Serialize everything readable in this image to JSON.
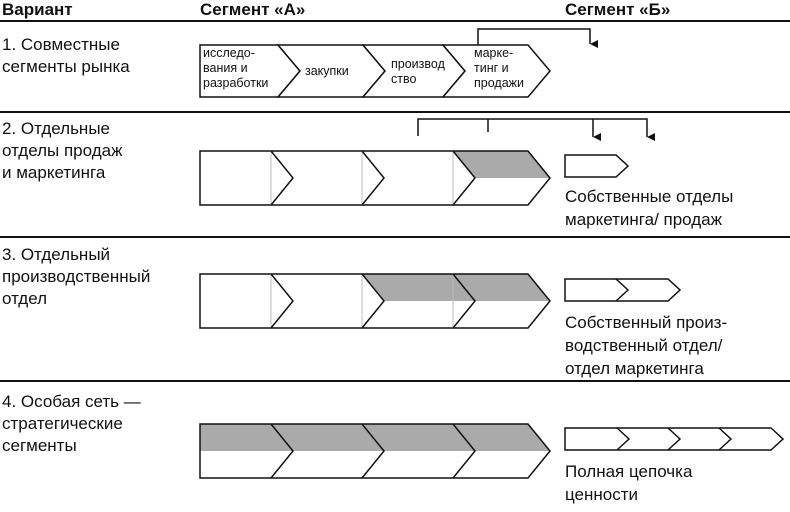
{
  "header": {
    "variant": "Вариант",
    "segment_a": "Сегмент «А»",
    "segment_b": "Сегмент «Б»"
  },
  "rows": [
    {
      "label": [
        "1. Совместные",
        "сегменты рынка"
      ],
      "caption": []
    },
    {
      "label": [
        "2.  Отдельные",
        "отделы продаж",
        "и маркетинга"
      ],
      "caption": [
        "Собственные отделы",
        "маркетинга/ продаж"
      ]
    },
    {
      "label": [
        "3. Отдельный",
        "производственный",
        "отдел"
      ],
      "caption": [
        "Собственный произ-",
        "водственный отдел/",
        "отдел маркетинга"
      ]
    },
    {
      "label": [
        "4. Особая сеть —",
        "стратегические",
        "сегменты"
      ],
      "caption": [
        "Полная цепочка",
        "ценности"
      ]
    }
  ],
  "value_chain_steps": [
    [
      "исследо-",
      "вания и",
      "разработки"
    ],
    [
      "закупки"
    ],
    [
      "производ",
      "ство"
    ],
    [
      "марке-",
      "тинг и",
      "продажи"
    ]
  ],
  "colors": {
    "shared": "#aaaaaa",
    "own": "#ffffff",
    "line": "#111111"
  }
}
